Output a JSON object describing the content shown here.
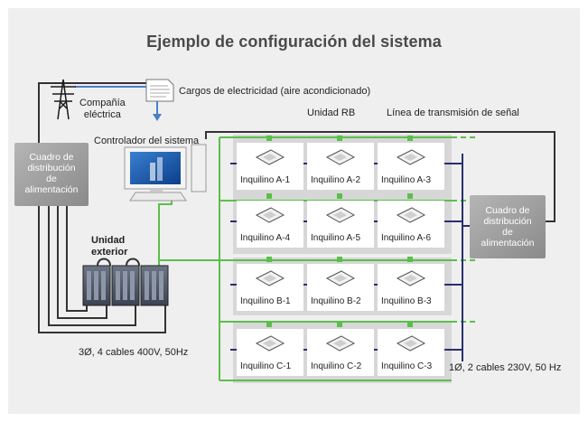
{
  "title": "Ejemplo de configuración del sistema",
  "labels": {
    "utility": "Compañía\neléctrica",
    "charges": "Cargos de electricidad (aire acondicionado)",
    "rb_unit": "Unidad RB",
    "signal_line": "Línea de transmisión de señal",
    "controller": "Controlador del sistema",
    "outdoor_unit": "Unidad\nexterior",
    "left_power_panel": "Cuadro de\ndistribución\nde\nalimentación",
    "right_power_panel": "Cuadro de\ndistribución\nde\nalimentación",
    "three_phase": "3Ø, 4 cables 400V, 50Hz",
    "single_phase": "1Ø, 2 cables 230V, 50 Hz"
  },
  "tenants": [
    [
      "Inquilino A-1",
      "Inquilino A-2",
      "Inquilino A-3"
    ],
    [
      "Inquilino A-4",
      "Inquilino A-5",
      "Inquilino A-6"
    ],
    [
      "Inquilino B-1",
      "Inquilino B-2",
      "Inquilino B-3"
    ],
    [
      "Inquilino C-1",
      "Inquilino C-2",
      "Inquilino C-3"
    ]
  ],
  "colors": {
    "signal": "#5bbf4a",
    "power_single": "#2a2f6e",
    "power_three": "#333333",
    "billing": "#4a7fc9",
    "panel": "#9a9a9a",
    "tenant_group": "#d7d7d7"
  }
}
